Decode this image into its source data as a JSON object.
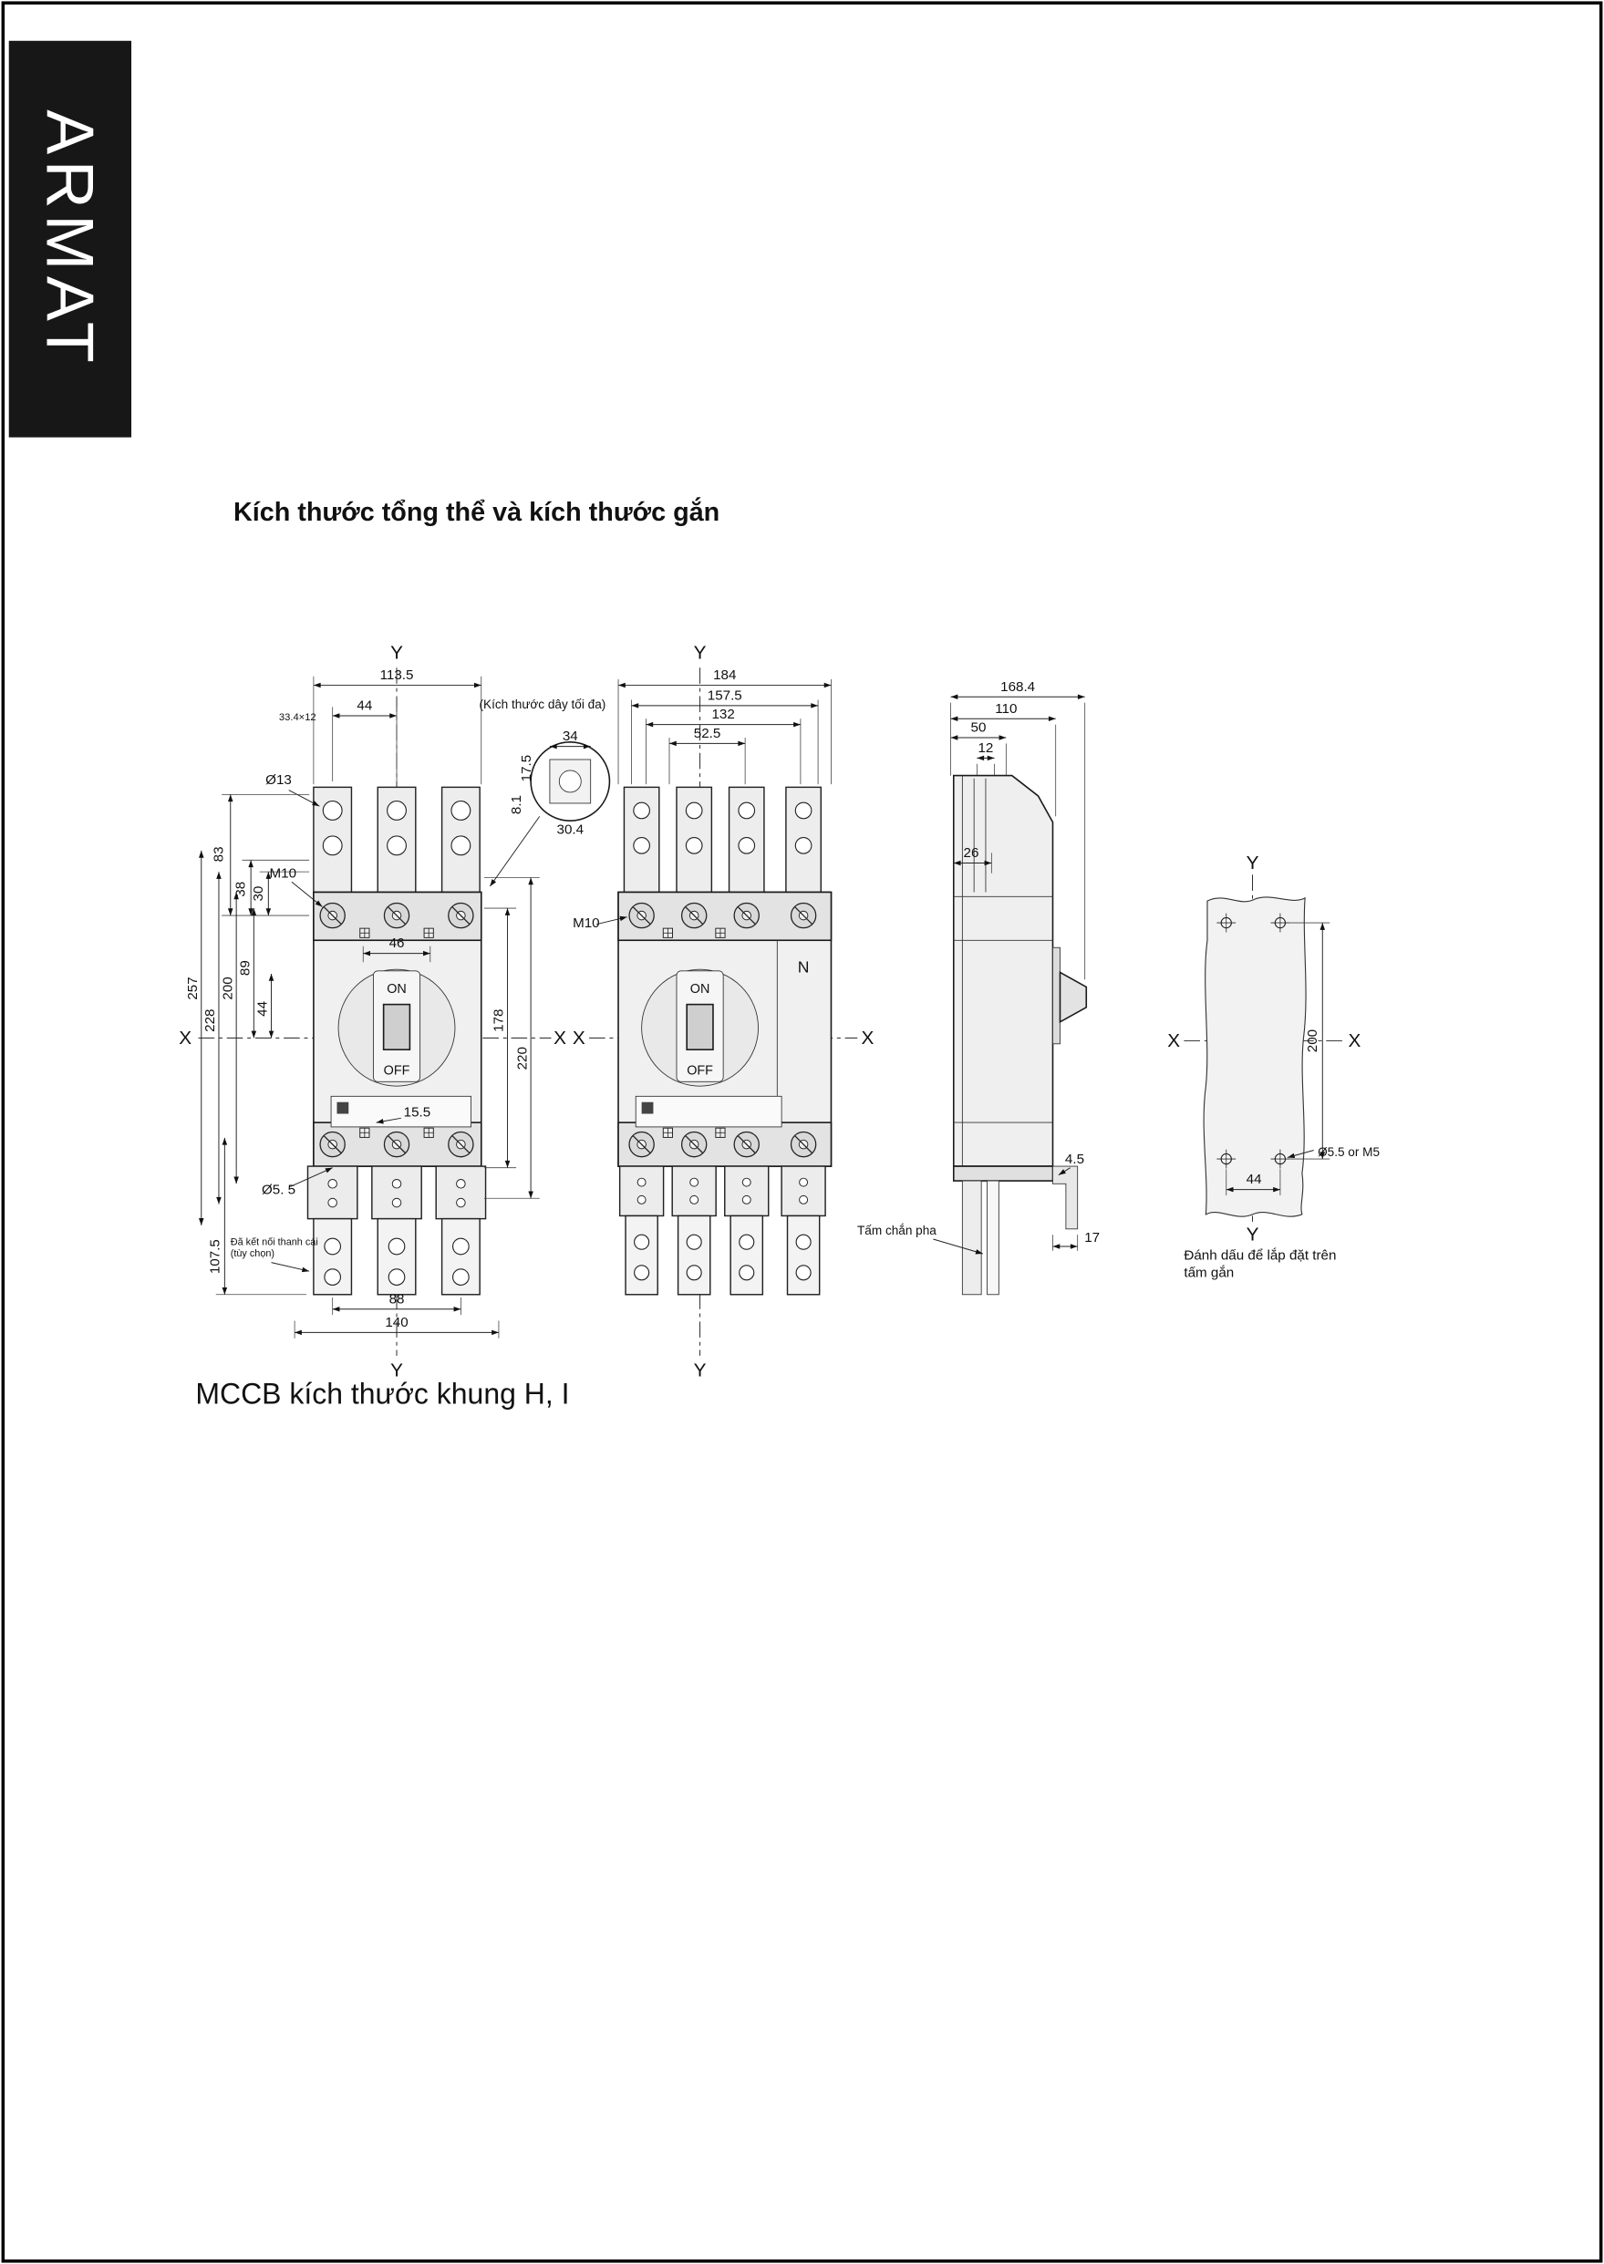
{
  "page": {
    "brand": "ARMAT",
    "title": "Kích thước tổng thể và kích thước gắn",
    "caption": "MCCB kích thước khung H, I"
  },
  "axes": {
    "x": "X",
    "y": "Y"
  },
  "front3": {
    "dims": {
      "overall_w": "113.5",
      "pole_pitch": "44",
      "lug_section": "33.4×12",
      "top_hole": "Ø13",
      "h83": "83",
      "h38": "38",
      "h30": "30",
      "thread": "M10",
      "v257": "257",
      "v228": "228",
      "v200": "200",
      "v89": "89",
      "v44": "44",
      "w46": "46",
      "v178": "178",
      "v220": "220",
      "n155": "15.5",
      "bottom_hole": "Ø5. 5",
      "v1075": "107.5",
      "b88": "88",
      "b140": "140"
    },
    "on": "ON",
    "off": "OFF",
    "busbar_note1": "Đã kết nối thanh cái",
    "busbar_note2": "(tùy chọn)"
  },
  "detail": {
    "label": "(Kích thước dây tối đa)",
    "d34": "34",
    "d175": "17.5",
    "d81": "8.1",
    "d304": "30.4"
  },
  "front4": {
    "dims": {
      "overall_w": "184",
      "w1575": "157.5",
      "w132": "132",
      "w525": "52.5",
      "thread": "M10"
    },
    "neutral": "N",
    "on": "ON",
    "off": "OFF"
  },
  "side": {
    "dims": {
      "overall_d": "168.4",
      "d110": "110",
      "d50": "50",
      "d12": "12",
      "d26": "26",
      "d45": "4.5",
      "d17": "17"
    },
    "phase_note": "Tấm chắn pha"
  },
  "plate": {
    "dims": {
      "v200": "200",
      "b44": "44",
      "hole": "Ø5.5 or M5"
    },
    "caption1": "Đánh dấu để lắp đặt trên",
    "caption2": "tấm gắn"
  }
}
